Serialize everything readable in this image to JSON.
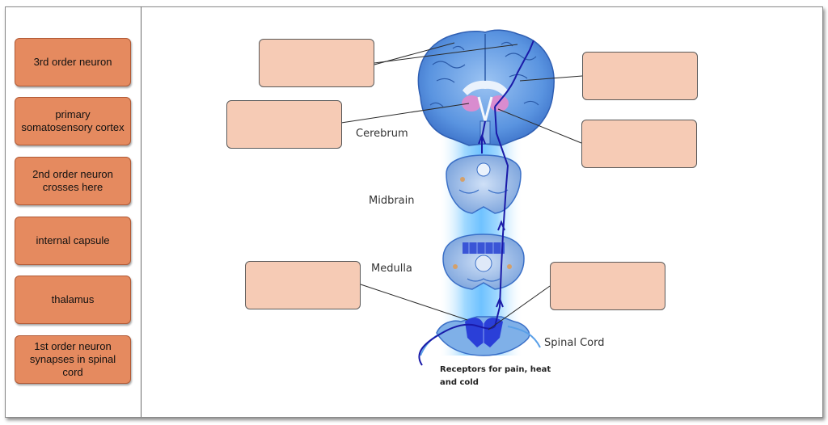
{
  "bank": [
    {
      "label": "3rd order neuron"
    },
    {
      "label": "primary somatosensory cortex"
    },
    {
      "label": "2nd order neuron crosses here"
    },
    {
      "label": "internal capsule"
    },
    {
      "label": "thalamus"
    },
    {
      "label": "1st order neuron synapses in spinal cord"
    }
  ],
  "diagram": {
    "cerebrum": "Cerebrum",
    "midbrain": "Midbrain",
    "medulla": "Medulla",
    "spinal_cord": "Spinal Cord",
    "receptors_line1": "Receptors for pain, heat",
    "receptors_line2": "and cold"
  },
  "colors": {
    "bank_fill": "#e58a5f",
    "drop_fill": "#f6cbb5",
    "brain_blue": "#4f8fe0",
    "glow": "#bfe6ff",
    "pathway": "#1a1aa8"
  }
}
